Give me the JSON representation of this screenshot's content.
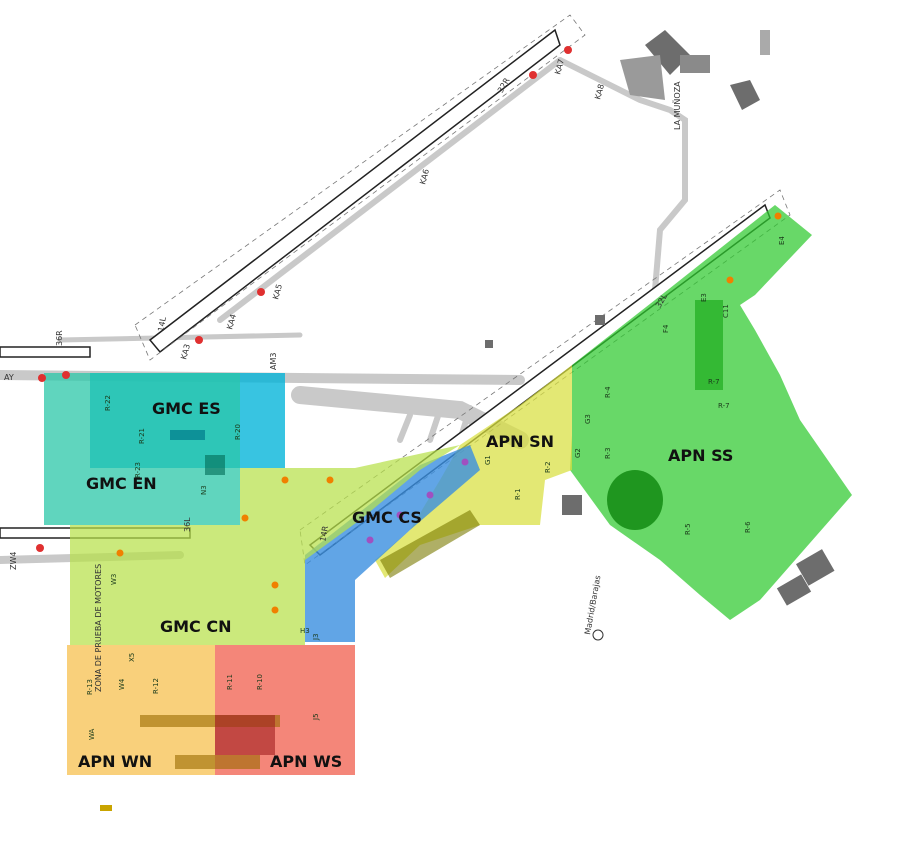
{
  "zones": [
    {
      "key": "gmc_es",
      "label": "GMC ES",
      "color": "#00b4d8"
    },
    {
      "key": "gmc_en",
      "label": "GMC EN",
      "color": "#2bc7a8"
    },
    {
      "key": "apn_sn",
      "label": "APN SN",
      "color": "#d8df3e"
    },
    {
      "key": "apn_ss",
      "label": "APN SS",
      "color": "#2ec92e"
    },
    {
      "key": "gmc_cs",
      "label": "GMC CS",
      "color": "#3a8fe0"
    },
    {
      "key": "gmc_cn",
      "label": "GMC CN",
      "color": "#b7e04a"
    },
    {
      "key": "apn_wn",
      "label": "APN WN",
      "color": "#f7c45a"
    },
    {
      "key": "apn_ws",
      "label": "APN WS",
      "color": "#f26b5b"
    }
  ],
  "runways": {
    "r36r": "36R",
    "r36l": "36L",
    "r32r": "32R",
    "r32l": "32L",
    "r14l": "14L",
    "r14r": "14R"
  },
  "places": {
    "la_munoza": "LA MUÑOZA",
    "madrid_barajas": "Madrid/Barajas",
    "zona_prueba": "ZONA DE PRUEBA DE MOTORES"
  },
  "taxiways": {
    "ka8": "KA8",
    "ka7": "KA7",
    "ka6": "KA6",
    "ka5": "KA5",
    "ka4": "KA4",
    "ka3": "KA3",
    "zw4": "ZW4",
    "ay": "AY",
    "am3": "AM3"
  },
  "stands": {
    "e4": "E4",
    "r7": "R-7",
    "r6": "R-6",
    "r5": "R-5",
    "r4": "R-4",
    "r3": "R-3",
    "r2": "R-2",
    "r1": "R-1",
    "r10": "R-10",
    "r11": "R-11",
    "r12": "R-12",
    "r13": "R-13",
    "r20": "R-20",
    "r21": "R-21",
    "r22": "R-22",
    "r23": "R-23",
    "c11": "C11",
    "e3": "E3",
    "f4": "F4",
    "g1": "G1",
    "g2": "G2",
    "g3": "G3",
    "h3": "H3",
    "j3": "J3",
    "j5": "J5",
    "w3": "W3",
    "w4": "W4",
    "wa": "WA",
    "x5": "X5",
    "n3": "N3"
  },
  "colors": {
    "taxiway": "#c9c9c9",
    "building": "#6d6d6d",
    "runway_edge": "#222222"
  }
}
